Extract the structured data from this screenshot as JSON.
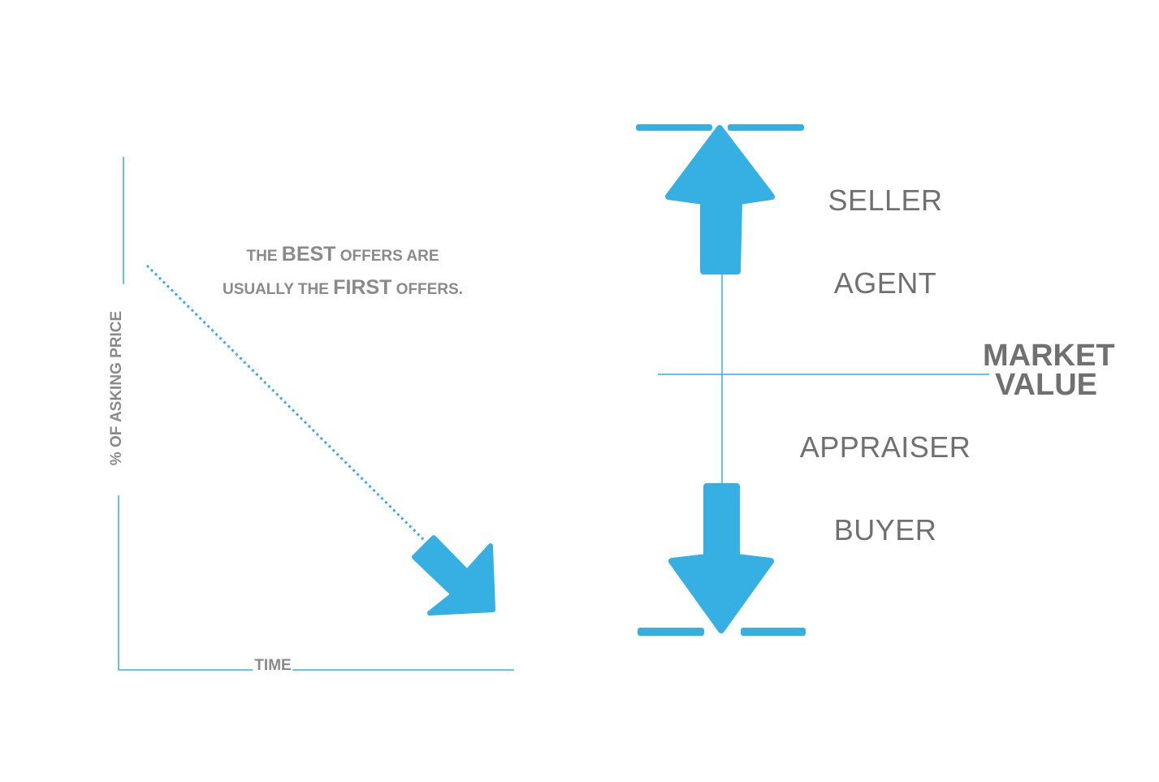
{
  "callout": {
    "line1_pre": "THE ",
    "line1_em": "BEST",
    "line1_post": " OFFERS ARE",
    "line2_pre": "USUALLY THE ",
    "line2_em": "FIRST",
    "line2_post": " OFFERS."
  },
  "axes": {
    "y_label": "% OF ASKING PRICE",
    "x_label": "TIME"
  },
  "roles": {
    "seller": "SELLER",
    "agent": "AGENT",
    "market_value_line1": "MARKET",
    "market_value_line2": "VALUE",
    "appraiser": "APPRAISER",
    "buyer": "BUYER"
  },
  "colors": {
    "accent": "#36afe3",
    "text": "#707070"
  }
}
